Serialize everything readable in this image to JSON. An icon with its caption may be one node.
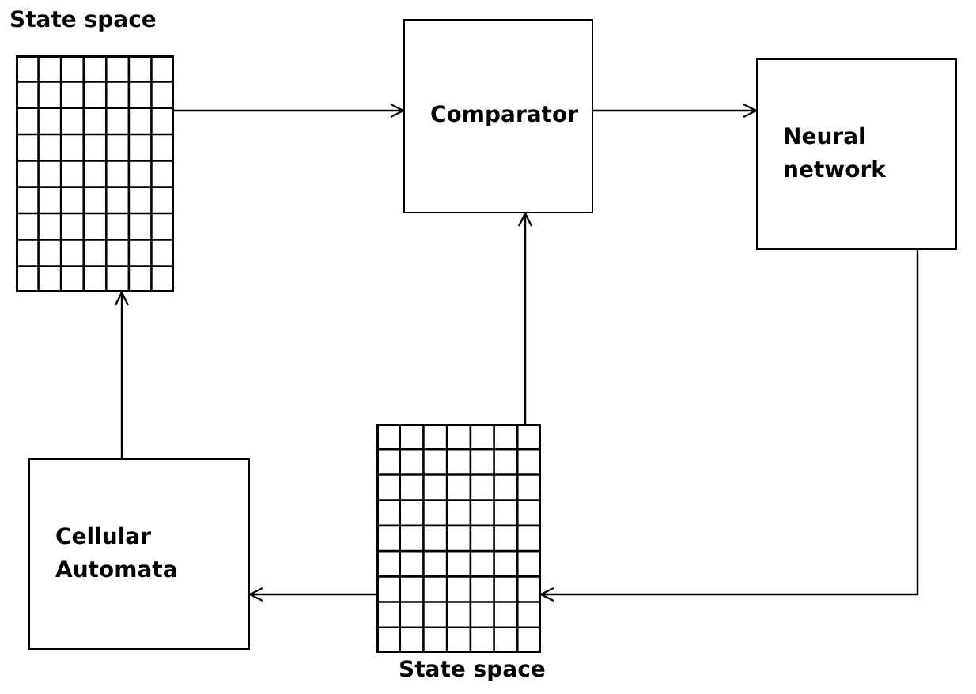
{
  "diagram": {
    "nodes": [
      {
        "text": [
          "State space"
        ]
      },
      {
        "text": [
          "Comparator"
        ]
      },
      {
        "text": [
          "Neural network"
        ]
      },
      {
        "text": [
          "Cellular Automata"
        ]
      },
      {
        "text": [
          "State space"
        ]
      }
    ],
    "edges": [
      {
        "from": 0,
        "to": 1,
        "arrow": "to"
      },
      {
        "from": 1,
        "to": 2,
        "arrow": "to"
      },
      {
        "from": 2,
        "to": 4,
        "arrow": "to"
      },
      {
        "from": 4,
        "to": 1,
        "arrow": "to"
      },
      {
        "from": 4,
        "to": 3,
        "arrow": "to"
      },
      {
        "from": 3,
        "to": 0,
        "arrow": "to"
      }
    ]
  }
}
